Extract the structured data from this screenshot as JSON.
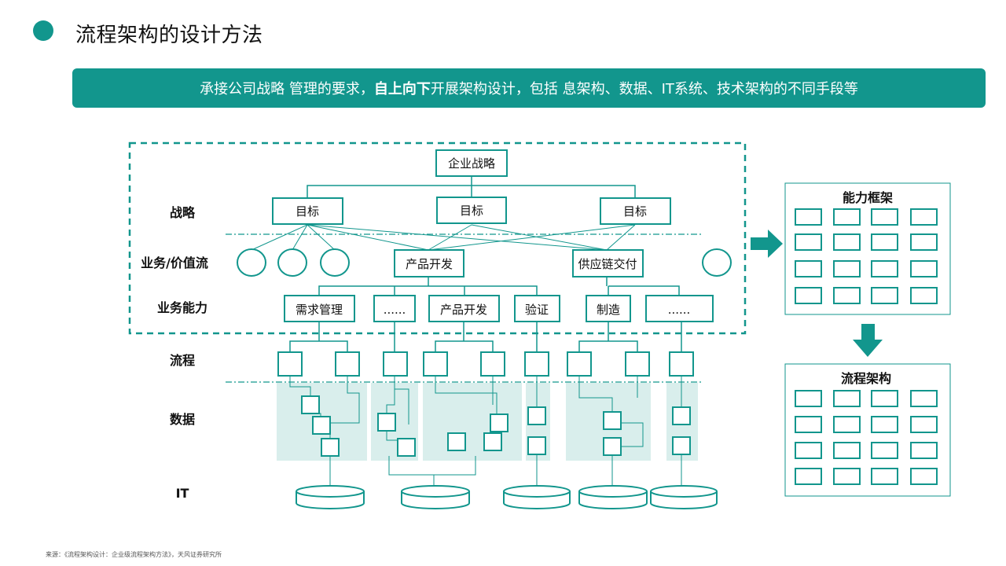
{
  "header": {
    "title": "流程架构的设计方法",
    "banner_pre": "承接公司战略 管理的要求，",
    "banner_bold": "自上向下",
    "banner_post": "开展架构设计，包括 息架构、数据、IT系统、技术架构的不同手段等"
  },
  "colors": {
    "accent": "#12968d",
    "panel_fill": "#d9eeec"
  },
  "rows": {
    "strategy": "战略",
    "value_stream": "业务/价值流",
    "capability": "业务能力",
    "process": "流程",
    "data": "数据",
    "it": "IT"
  },
  "nodes": {
    "enterprise_strategy": "企业战略",
    "goal_1": "目标",
    "goal_2": "目标",
    "goal_3": "目标",
    "product_dev": "产品开发",
    "supply_chain": "供应链交付",
    "cap_1": "需求管理",
    "cap_2": "......",
    "cap_3": "产品开发",
    "cap_4": "验证",
    "cap_5": "制造",
    "cap_6": "......"
  },
  "side": {
    "capability_frame": "能力框架",
    "process_arch": "流程架构"
  },
  "footnote": "来源：《流程架构设计：企业级流程架构方法》，天风证券研究所"
}
